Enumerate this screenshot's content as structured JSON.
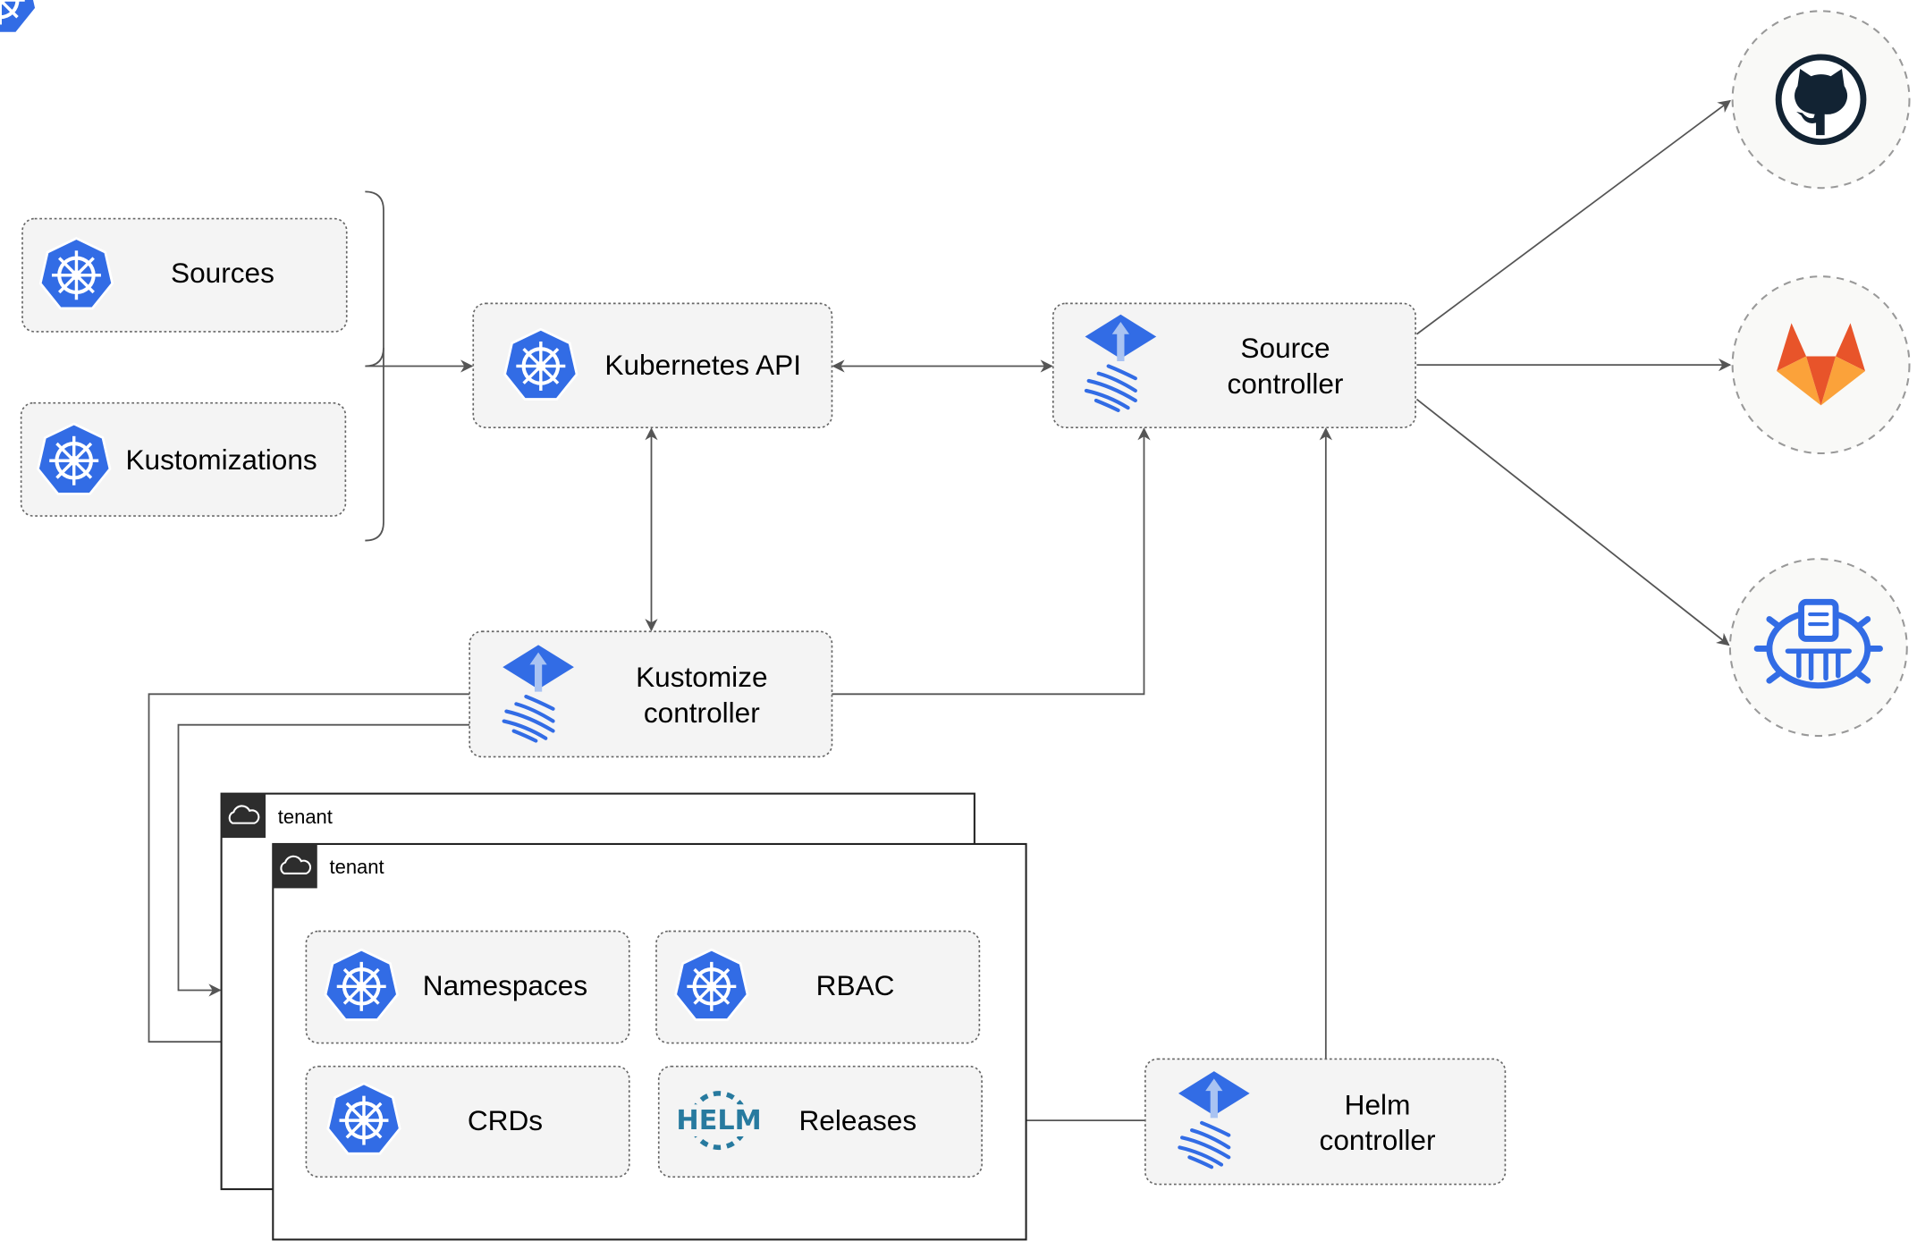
{
  "nodes": {
    "sources": "Sources",
    "kustomizations": "Kustomizations",
    "kubernetes_api": "Kubernetes API",
    "source_controller": [
      "Source",
      "controller"
    ],
    "kustomize_controller": [
      "Kustomize",
      "controller"
    ],
    "helm_controller": [
      "Helm",
      "controller"
    ],
    "namespaces": "Namespaces",
    "rbac": "RBAC",
    "crds": "CRDs",
    "releases": "Releases"
  },
  "tenants": [
    "tenant",
    "tenant"
  ],
  "helm_logo_text": "HELM",
  "external_sources": [
    "github-icon",
    "gitlab-icon",
    "bucket-icon"
  ],
  "colors": {
    "k8s_blue": "#326CE5",
    "github": "#122333",
    "gitlab_orange": "#E8542A",
    "gitlab_yellow": "#FBA23A",
    "helm": "#277A9F"
  }
}
